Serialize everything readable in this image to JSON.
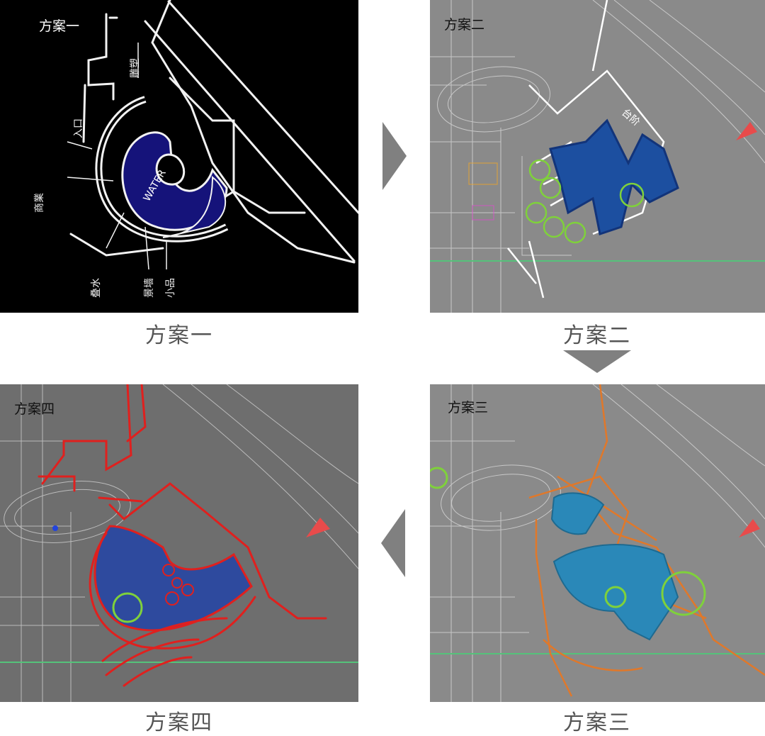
{
  "panels": {
    "p1": {
      "inner_label": "方案一",
      "caption": "方案一"
    },
    "p2": {
      "inner_label": "方案二",
      "caption": "方案二"
    },
    "p3": {
      "inner_label": "方案三",
      "caption": "方案三"
    },
    "p4": {
      "inner_label": "方案四",
      "caption": "方案四"
    }
  },
  "colors": {
    "sketch_bg": "#000000",
    "cad_bg": "#8a8a8a",
    "cad_bg_dark": "#6a6a6a",
    "navy_fill": "#15137a",
    "blue_hatch": "#1c4fa0",
    "teal_hatch": "#2a88b8",
    "orange_line": "#e0782a",
    "red_line": "#e0201e",
    "green_circle": "#7fd13b",
    "flow_arrow": "#808080",
    "caption_text": "#555555"
  },
  "icons": [
    "arrow-right-icon",
    "arrow-down-icon",
    "arrow-left-icon",
    "north-marker-icon"
  ]
}
